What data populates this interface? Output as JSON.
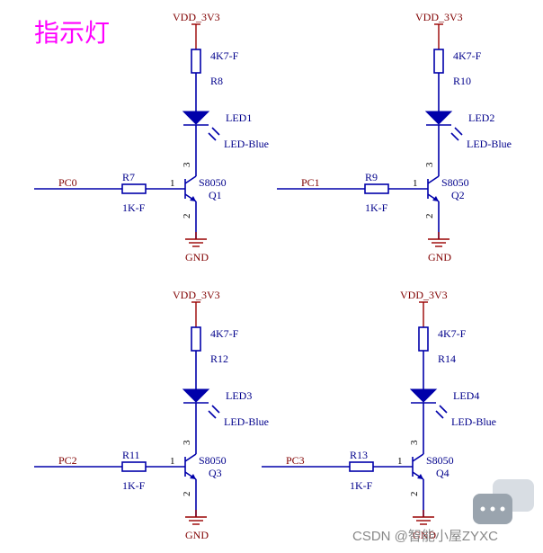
{
  "title": "指示灯",
  "watermark": "CSDN @智能小屋ZYXC",
  "colors": {
    "title": "#ff00ff",
    "wire": "#0000aa",
    "net_label": "#800000",
    "text": "#00008b"
  },
  "circuits": [
    {
      "supply": "VDD_3V3",
      "resistor": "R8",
      "resistor_value": "4K7-F",
      "led": "LED1",
      "led_value": "LED-Blue",
      "net": "PC0",
      "base_resistor": "R7",
      "base_value": "1K-F",
      "transistor_type": "S8050",
      "transistor": "Q1",
      "ground": "GND",
      "pin_c": "3",
      "pin_b": "1",
      "pin_e": "2"
    },
    {
      "supply": "VDD_3V3",
      "resistor": "R10",
      "resistor_value": "4K7-F",
      "led": "LED2",
      "led_value": "LED-Blue",
      "net": "PC1",
      "base_resistor": "R9",
      "base_value": "1K-F",
      "transistor_type": "S8050",
      "transistor": "Q2",
      "ground": "GND",
      "pin_c": "3",
      "pin_b": "1",
      "pin_e": "2"
    },
    {
      "supply": "VDD_3V3",
      "resistor": "R12",
      "resistor_value": "4K7-F",
      "led": "LED3",
      "led_value": "LED-Blue",
      "net": "PC2",
      "base_resistor": "R11",
      "base_value": "1K-F",
      "transistor_type": "S8050",
      "transistor": "Q3",
      "ground": "GND",
      "pin_c": "3",
      "pin_b": "1",
      "pin_e": "2"
    },
    {
      "supply": "VDD_3V3",
      "resistor": "R14",
      "resistor_value": "4K7-F",
      "led": "LED4",
      "led_value": "LED-Blue",
      "net": "PC3",
      "base_resistor": "R13",
      "base_value": "1K-F",
      "transistor_type": "S8050",
      "transistor": "Q4",
      "ground": "GND",
      "pin_c": "3",
      "pin_b": "1",
      "pin_e": "2"
    }
  ]
}
